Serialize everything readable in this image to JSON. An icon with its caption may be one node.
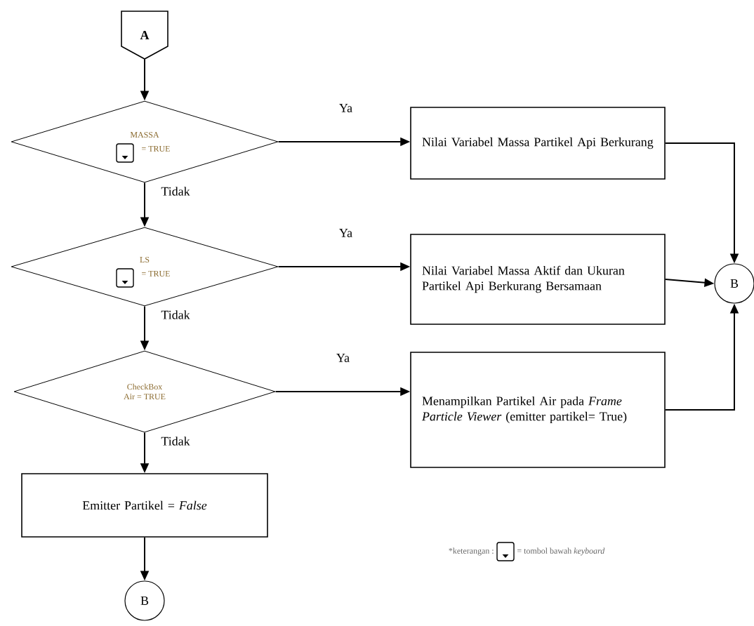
{
  "diagram": {
    "nodes": [
      {
        "text": [
          "A"
        ]
      },
      {
        "text": [
          "MASSA",
          "= TRUE"
        ]
      },
      {
        "text": [
          "Nilai Variabel Massa Partikel Api Berkurang"
        ]
      },
      {
        "text": [
          "LS",
          "= TRUE"
        ]
      },
      {
        "text": [
          "Nilai Variabel Massa Aktif dan Ukuran Partikel Api Berkurang Bersamaan"
        ]
      },
      {
        "text": [
          "CheckBox Air = TRUE"
        ]
      },
      {
        "text": [
          "Menampilkan Partikel Air pada *Frame Particle Viewer* (emitter partikel= True)"
        ]
      },
      {
        "text": [
          "Emitter Partikel = *False*"
        ]
      },
      {
        "text": [
          "B"
        ]
      },
      {
        "text": [
          "B"
        ]
      }
    ],
    "edges": [
      {
        "from": 0,
        "to": 1,
        "arrow": "to"
      },
      {
        "from": 1,
        "to": 2,
        "arrow": "to",
        "label": "Ya"
      },
      {
        "from": 1,
        "to": 3,
        "arrow": "to",
        "label": "Tidak"
      },
      {
        "from": 3,
        "to": 4,
        "arrow": "to",
        "label": "Ya"
      },
      {
        "from": 3,
        "to": 5,
        "arrow": "to",
        "label": "Tidak"
      },
      {
        "from": 5,
        "to": 6,
        "arrow": "to",
        "label": "Ya"
      },
      {
        "from": 5,
        "to": 7,
        "arrow": "to",
        "label": "Tidak"
      },
      {
        "from": 7,
        "to": 8,
        "arrow": "to"
      },
      {
        "from": 2,
        "to": 9,
        "arrow": "to"
      },
      {
        "from": 4,
        "to": 9,
        "arrow": "to"
      },
      {
        "from": 6,
        "to": 9,
        "arrow": "to"
      }
    ],
    "labels": [
      "*keterangan :",
      "= tombol bawah *keyboard*"
    ]
  }
}
